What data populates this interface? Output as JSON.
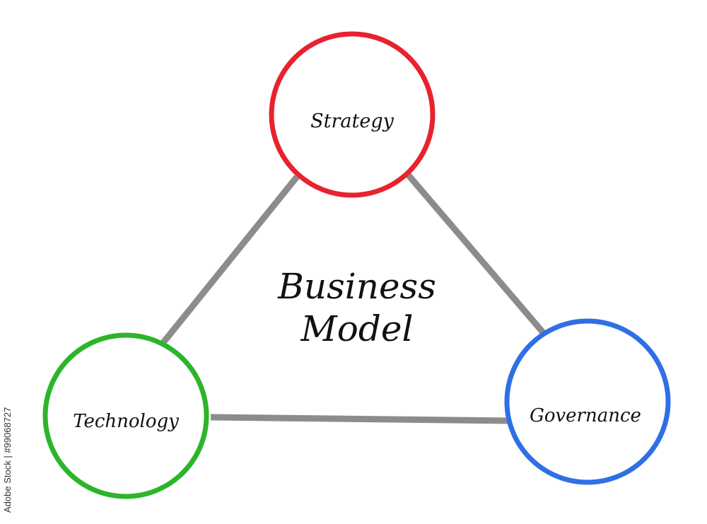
{
  "diagram": {
    "center_title_line1": "Business",
    "center_title_line2": "Model",
    "nodes": [
      {
        "label": "Strategy",
        "color": "#e8222e"
      },
      {
        "label": "Technology",
        "color": "#2bb52b"
      },
      {
        "label": "Governance",
        "color": "#2f6fe6"
      }
    ],
    "connector_color": "#8c8c8c"
  },
  "watermark": "Adobe Stock | #99068727"
}
